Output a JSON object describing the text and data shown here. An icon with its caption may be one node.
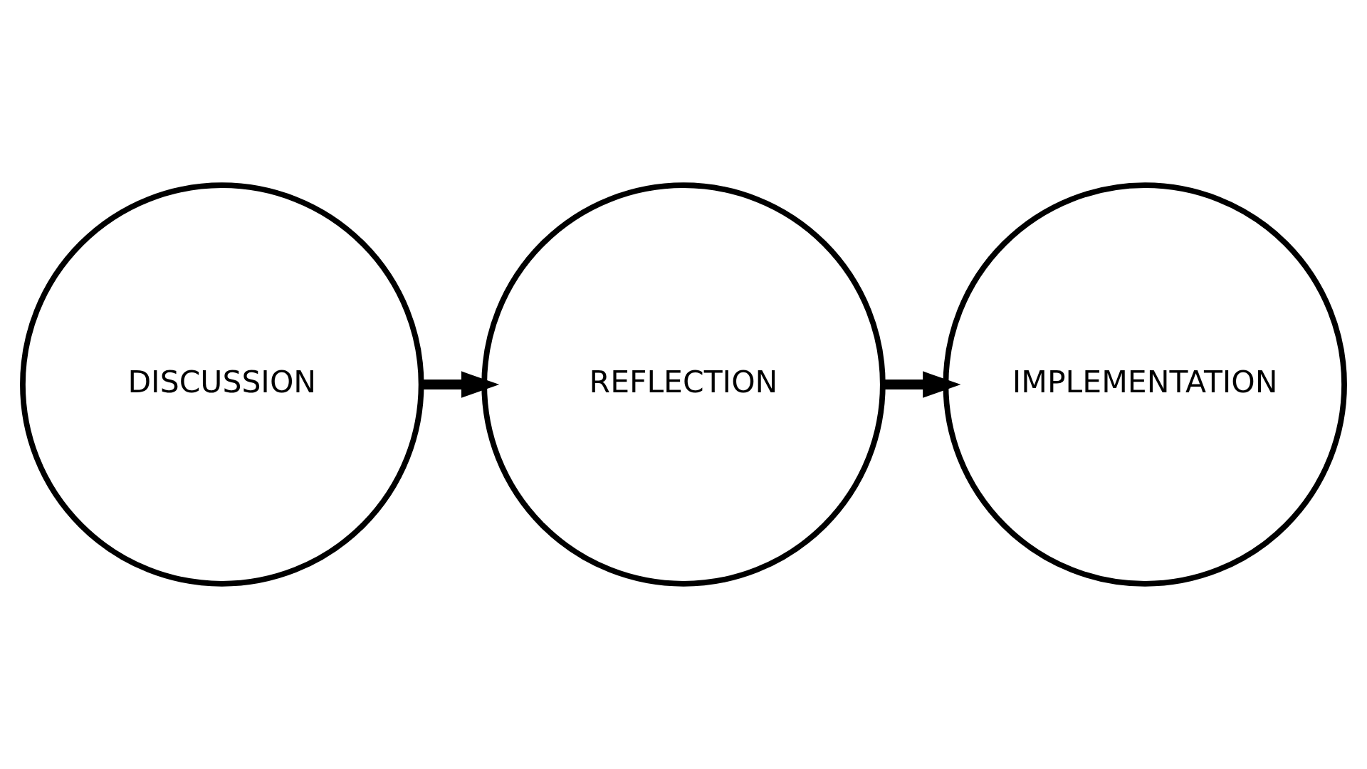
{
  "diagram": {
    "nodes": [
      {
        "text": [
          "DISCUSSION"
        ]
      },
      {
        "text": [
          "REFLECTION"
        ]
      },
      {
        "text": [
          "IMPLEMENTATION"
        ]
      }
    ],
    "edges": [
      {
        "from": 0,
        "to": 1,
        "arrow": "to"
      },
      {
        "from": 1,
        "to": 2,
        "arrow": "to"
      }
    ]
  }
}
